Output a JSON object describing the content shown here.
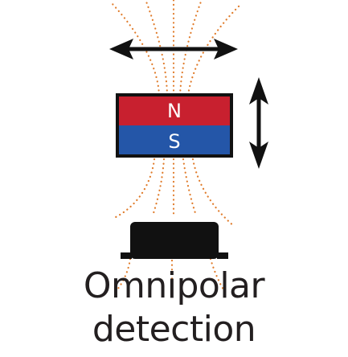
{
  "magnet": {
    "north_label": "N",
    "south_label": "S",
    "north_color": "#c8202f",
    "south_color": "#2456a8",
    "outline_color": "#111111"
  },
  "sensor": {
    "color": "#111111"
  },
  "field_lines": {
    "color": "#e07b2a"
  },
  "arrows": {
    "color": "#111111"
  },
  "caption": {
    "line1": "Omnipolar",
    "line2": "detection",
    "color": "#231f20"
  }
}
